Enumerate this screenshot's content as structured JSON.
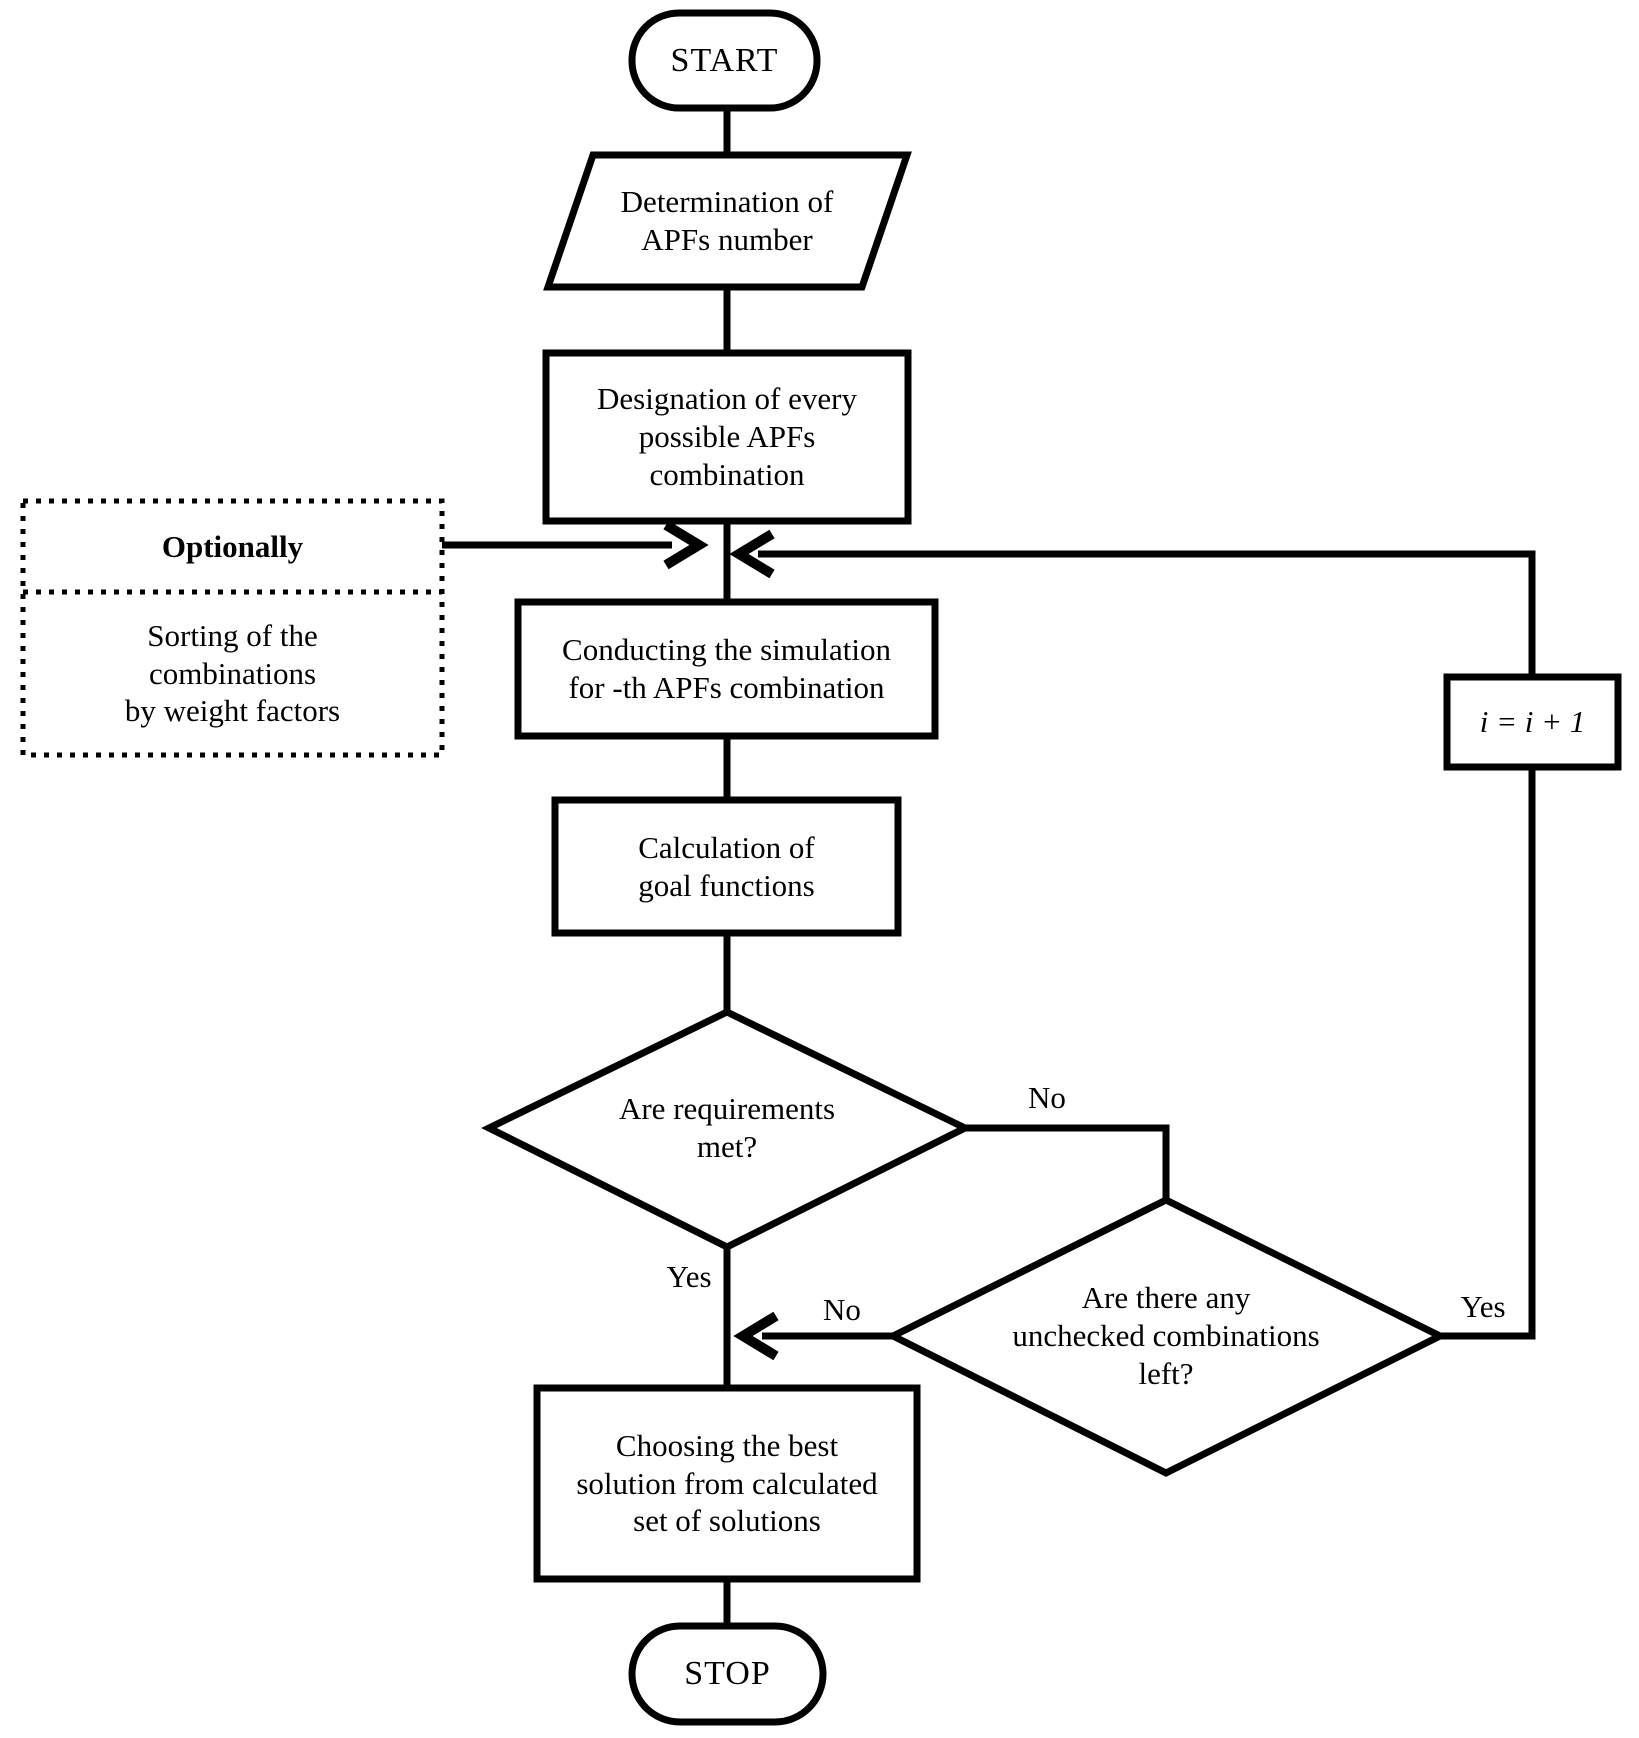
{
  "flowchart": {
    "background": "#ffffff",
    "line_color": "#000000",
    "nodes": {
      "start": {
        "label": "START"
      },
      "determination": {
        "label": "Determination of\nAPFs number"
      },
      "designation": {
        "label": "Designation of every\npossible APFs\ncombination"
      },
      "optionally": {
        "title": "Optionally",
        "body": "Sorting of the\ncombinations\nby weight factors"
      },
      "conducting": {
        "label": "Conducting the simulation\nfor -th APFs combination"
      },
      "calculation": {
        "label": "Calculation of\ngoal functions"
      },
      "requirements_decision": {
        "label": "Are requirements\nmet?"
      },
      "unchecked_decision": {
        "label": "Are there any\nunchecked combinations\nleft?"
      },
      "increment": {
        "label": "i = i + 1"
      },
      "choosing": {
        "label": "Choosing the best\nsolution from calculated\nset of solutions"
      },
      "stop": {
        "label": "STOP"
      }
    },
    "edge_labels": {
      "requirements_no": "No",
      "requirements_yes": "Yes",
      "unchecked_no": "No",
      "unchecked_yes": "Yes"
    }
  }
}
